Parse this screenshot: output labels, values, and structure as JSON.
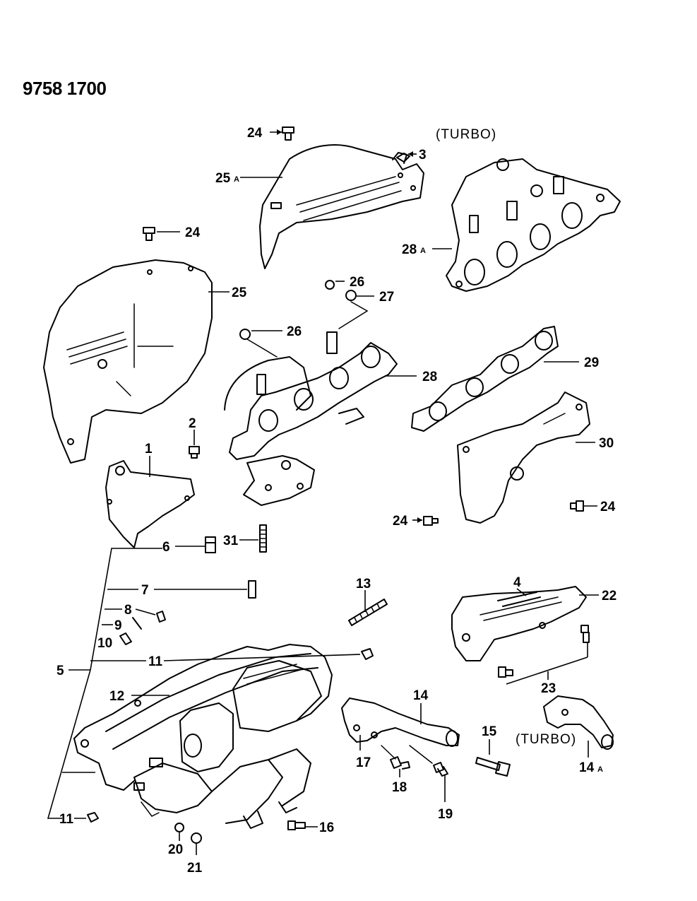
{
  "diagram": {
    "doc_number": "9758 1700",
    "variant_label_top": "(TURBO)",
    "variant_label_bottom": "(TURBO)",
    "callouts": {
      "c1": "1",
      "c2": "2",
      "c3": "3",
      "c4": "4",
      "c5": "5",
      "c6": "6",
      "c7": "7",
      "c8": "8",
      "c9": "9",
      "c10": "10",
      "c11a": "11",
      "c11b": "11",
      "c12": "12",
      "c13": "13",
      "c14": "14",
      "c14a": "14",
      "c15": "15",
      "c16": "16",
      "c17": "17",
      "c18": "18",
      "c19": "19",
      "c20": "20",
      "c21": "21",
      "c22": "22",
      "c23": "23",
      "c24a": "24",
      "c24b": "24",
      "c24c": "24",
      "c24d": "24",
      "c25": "25",
      "c25a": "25",
      "c26a": "26",
      "c26b": "26",
      "c27": "27",
      "c28": "28",
      "c28a": "28",
      "c29": "29",
      "c30": "30",
      "c31": "31"
    },
    "suffix_a": "A"
  }
}
